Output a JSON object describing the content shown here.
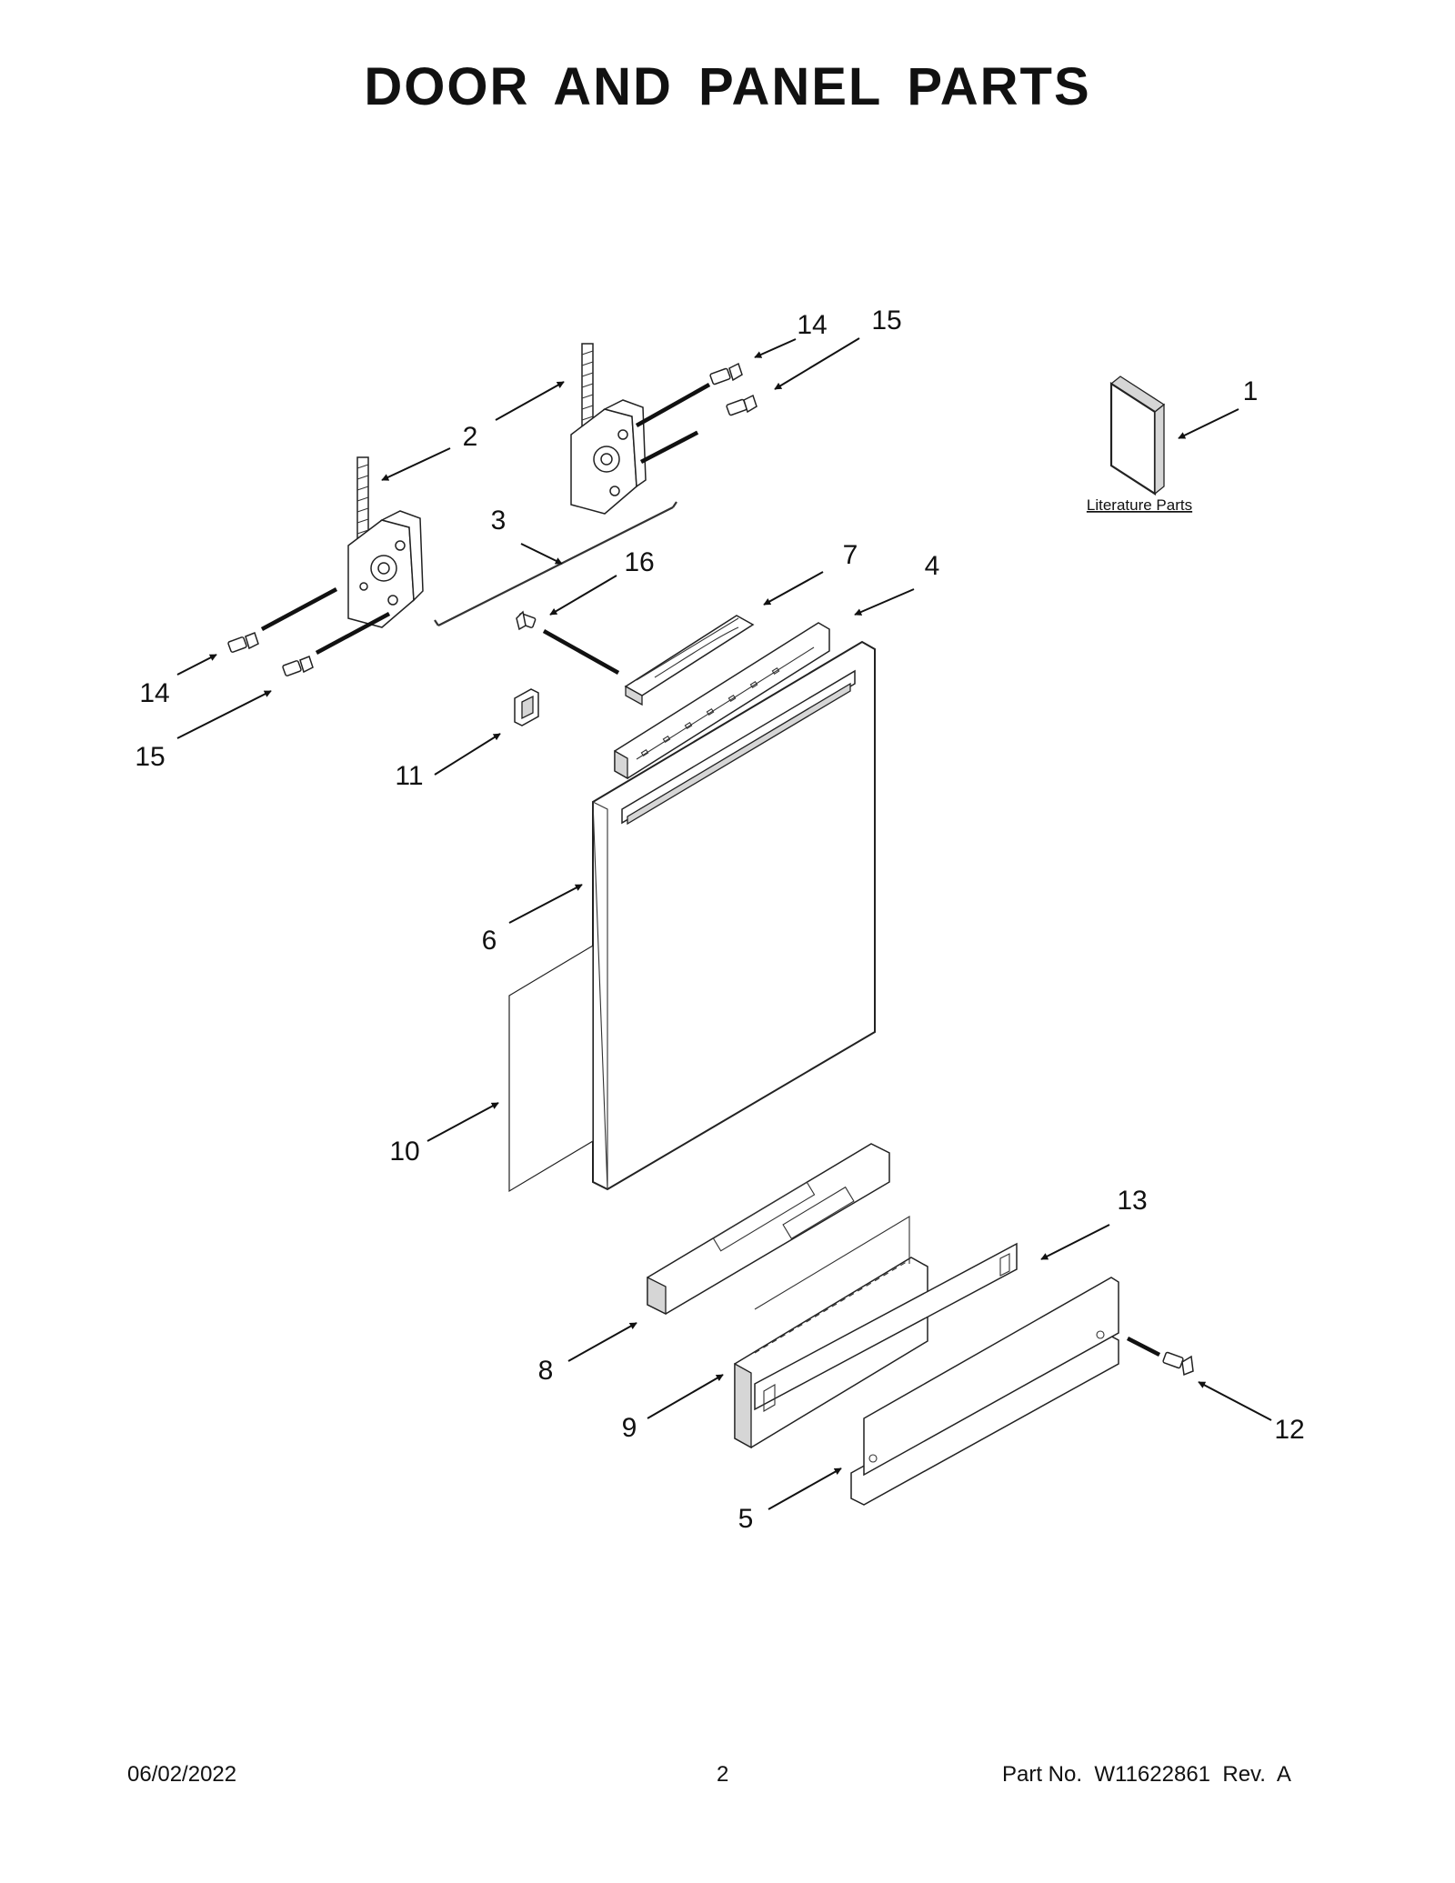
{
  "page": {
    "title": "DOOR AND PANEL PARTS",
    "literature_label": "Literature Parts"
  },
  "callouts": {
    "c1": "1",
    "c2": "2",
    "c3": "3",
    "c4": "4",
    "c5": "5",
    "c6": "6",
    "c7": "7",
    "c8": "8",
    "c9": "9",
    "c10": "10",
    "c11": "11",
    "c12": "12",
    "c13": "13",
    "c14_top": "14",
    "c15_top": "15",
    "c14_left": "14",
    "c15_left": "15",
    "c16": "16"
  },
  "footer": {
    "date": "06/02/2022",
    "page_number": "2",
    "part_number": "Part No.  W11622861  Rev.  A"
  }
}
